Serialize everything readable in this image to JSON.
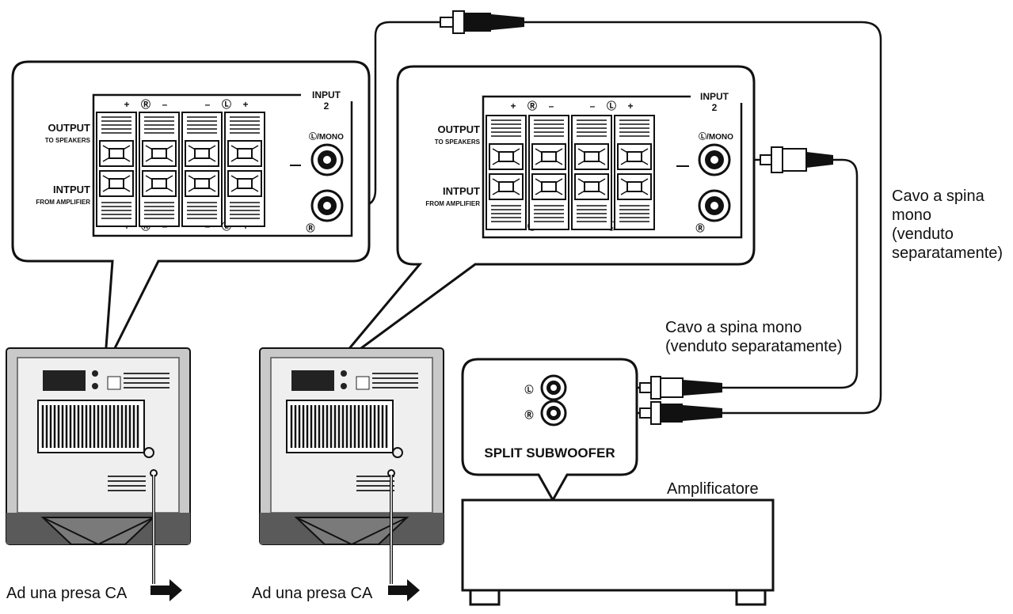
{
  "panel": {
    "input_title": "INPUT",
    "input_number": "2",
    "l_mono": "Ⓛ/MONO",
    "r_mark": "Ⓡ",
    "output_label": "OUTPUT",
    "to_speakers": "TO SPEAKERS",
    "input_label": "INTPUT",
    "from_amplifier": "FROM AMPLIFIER",
    "top_terminal_marks": [
      "+",
      "Ⓡ",
      "–",
      "–",
      "Ⓛ",
      "+"
    ],
    "bottom_terminal_marks": [
      "+",
      "Ⓡ",
      "–",
      "–",
      "Ⓛ",
      "+"
    ]
  },
  "labels": {
    "cable_right_1": "Cavo a spina",
    "cable_right_2": "mono",
    "cable_right_3": "(venduto",
    "cable_right_4": "separatamente)",
    "cable_mid_1": "Cavo a spina mono",
    "cable_mid_2": "(venduto separatamente)",
    "split_subwoofer": "SPLIT SUBWOOFER",
    "amplifier": "Amplificatore",
    "ac_outlet_left": "Ad una presa CA",
    "ac_outlet_right": "Ad una presa CA",
    "amp_l_mark": "Ⓛ",
    "amp_r_mark": "Ⓡ"
  },
  "colors": {
    "ink": "#111111",
    "background": "#ffffff"
  }
}
